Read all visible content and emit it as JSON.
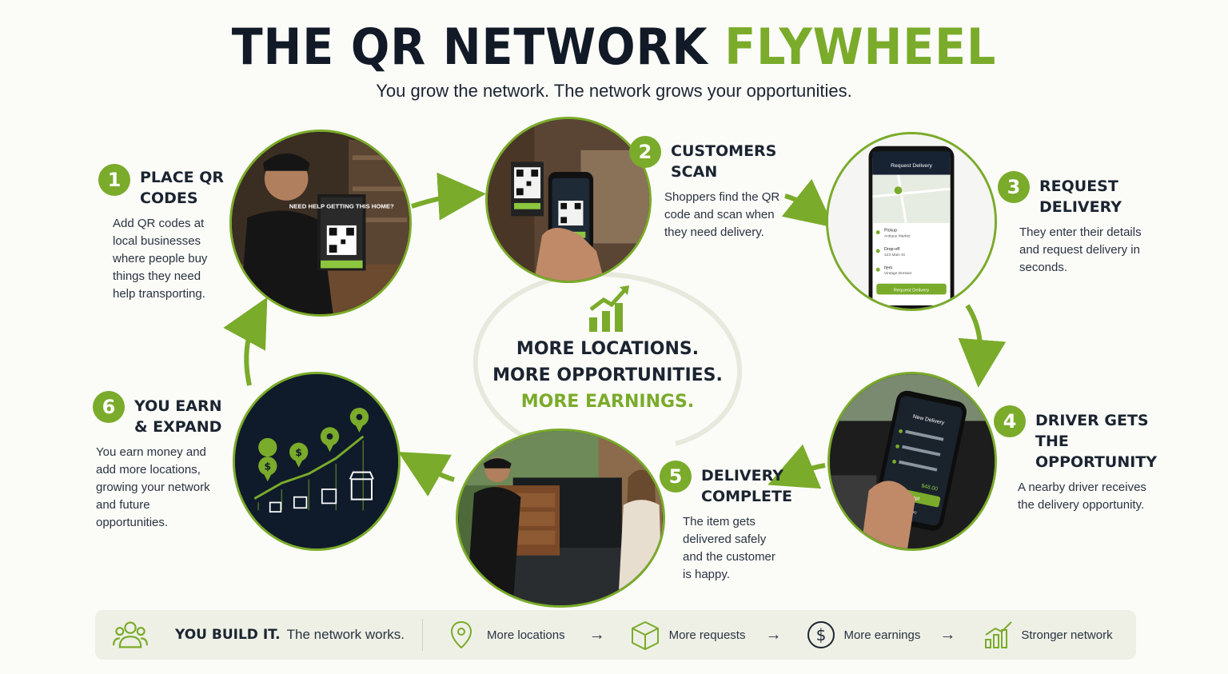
{
  "header": {
    "title_main": "THE QR NETWORK",
    "title_accent": "FLYWHEEL",
    "subtitle": "You grow the network. The network grows your opportunities."
  },
  "steps": [
    {
      "number": "1",
      "title": "PLACE QR CODES",
      "desc": "Add QR codes at local businesses where people buy things they need help transporting."
    },
    {
      "number": "2",
      "title": "CUSTOMERS SCAN",
      "desc": "Shoppers find the QR code and scan when they need delivery."
    },
    {
      "number": "3",
      "title": "REQUEST DELIVERY",
      "desc": "They enter their details and request delivery in seconds."
    },
    {
      "number": "4",
      "title": "DRIVER GETS THE OPPORTUNITY",
      "desc": "A nearby driver receives the delivery opportunity."
    },
    {
      "number": "5",
      "title": "DELIVERY COMPLETE",
      "desc": "The item gets delivered safely and the customer is happy."
    },
    {
      "number": "6",
      "title": "YOU EARN & EXPAND",
      "desc": "You earn money and add more locations, growing your network and future opportunities."
    }
  ],
  "center": {
    "line1": "MORE LOCATIONS.",
    "line2": "MORE OPPORTUNITIES.",
    "line3": "MORE EARNINGS."
  },
  "images": {
    "sign_text": "NEED HELP GETTING THIS HOME?",
    "phone3_title": "Request Delivery",
    "phone3_pickup": "Pickup",
    "phone3_pickup_val": "Antique Market",
    "phone3_dropoff": "Drop-off",
    "phone3_dropoff_val": "123 Main St",
    "phone3_item": "Item",
    "phone3_item_val": "Vintage Dresser",
    "phone3_button": "Request Delivery",
    "phone4_title": "New Delivery",
    "phone4_pay": "$48.00",
    "phone4_accept": "Accept",
    "phone4_decline": "Decline"
  },
  "bottom_bar": {
    "strong": "YOU BUILD IT.",
    "rest": "The network works.",
    "items": [
      "More locations",
      "More requests",
      "More earnings",
      "Stronger network"
    ],
    "arrow": "→"
  },
  "colors": {
    "accent": "#7aab2a",
    "dark": "#111a26",
    "navy": "#0f1b2a"
  },
  "icons": [
    "users-icon",
    "map-pin-icon",
    "box-icon",
    "dollar-icon",
    "growth-chart-icon",
    "bar-chart-icon"
  ]
}
